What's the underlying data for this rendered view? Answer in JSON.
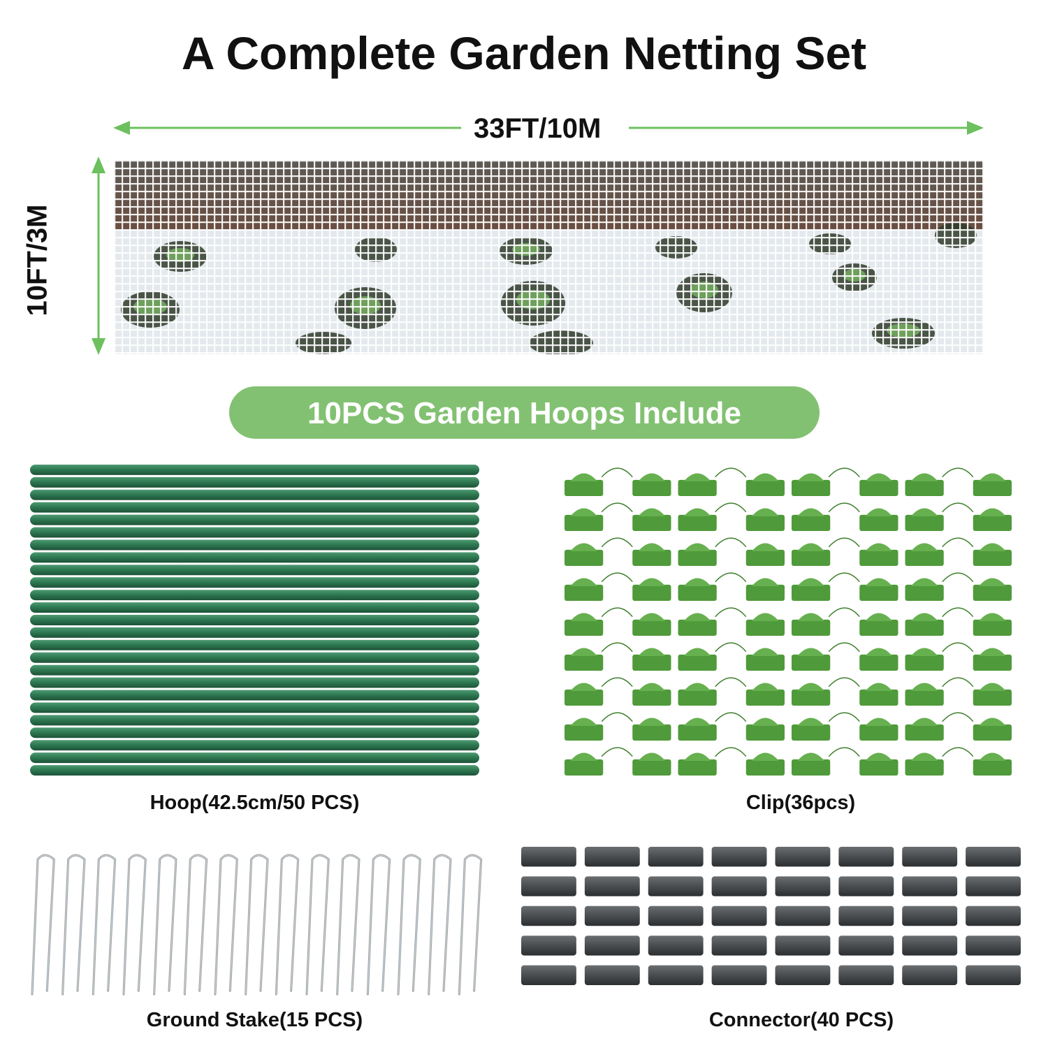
{
  "title": "A Complete Garden Netting Set",
  "netting": {
    "width_label": "33FT/10M",
    "height_label": "10FT/3M"
  },
  "banner": "10PCS Garden Hoops Include",
  "items": {
    "hoop": {
      "caption": "Hoop(42.5cm/50 PCS)"
    },
    "clip": {
      "caption": "Clip(36pcs)"
    },
    "stake": {
      "caption": "Ground Stake(15 PCS)"
    },
    "connector": {
      "caption": "Connector(40 PCS)"
    }
  },
  "colors": {
    "accent_green": "#82c172",
    "arrow_green": "#6cc05e",
    "hoop_green": "#2e7a52",
    "clip_green": "#4f9a3a",
    "connector_gray": "#4a4d4f"
  }
}
